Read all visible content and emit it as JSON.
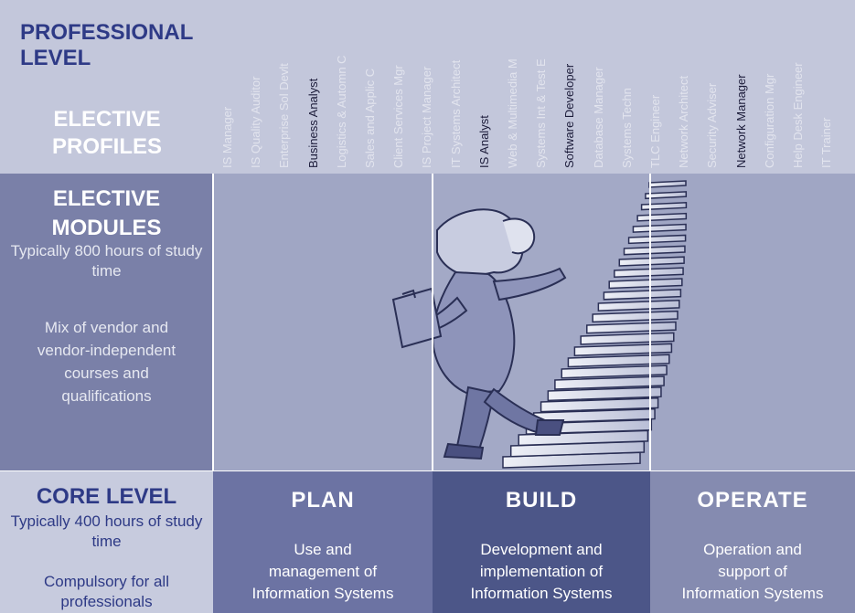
{
  "header": {
    "professional_level": "PROFESSIONAL\nLEVEL",
    "elective_profiles": "ELECTIVE PROFILES"
  },
  "profiles": [
    {
      "label": "IS Manager",
      "highlight": false
    },
    {
      "label": "IS Quality Auditor",
      "highlight": false
    },
    {
      "label": "Enterprise Sol Devlt",
      "highlight": false
    },
    {
      "label": "Business Analyst",
      "highlight": true
    },
    {
      "label": "Logistics & Automn C",
      "highlight": false
    },
    {
      "label": "Sales and Applic C",
      "highlight": false
    },
    {
      "label": "Client Services Mgr",
      "highlight": false
    },
    {
      "label": "IS Project Manager",
      "highlight": false
    },
    {
      "label": "IT Systems Architect",
      "highlight": false
    },
    {
      "label": "IS Analyst",
      "highlight": true
    },
    {
      "label": "Web & Multimedia M",
      "highlight": false
    },
    {
      "label": "Systems Int & Test E",
      "highlight": false
    },
    {
      "label": "Software Developer",
      "highlight": true
    },
    {
      "label": "Database Manager",
      "highlight": false
    },
    {
      "label": "Systems Techn",
      "highlight": false
    },
    {
      "label": "TLC Engineer",
      "highlight": false
    },
    {
      "label": "Network Architect",
      "highlight": false
    },
    {
      "label": "Security Adviser",
      "highlight": false
    },
    {
      "label": "Network Manager",
      "highlight": true
    },
    {
      "label": "Configuration Mgr",
      "highlight": false
    },
    {
      "label": "Help Desk Engineer",
      "highlight": false
    },
    {
      "label": "IT Trainer",
      "highlight": false
    }
  ],
  "elective_modules": {
    "title": "ELECTIVE MODULES",
    "subtitle": "Typically 800 hours of study time",
    "mix": "Mix of vendor and vendor-independent courses and qualifications"
  },
  "core_level": {
    "title": "CORE LEVEL",
    "subtitle": "Typically 400 hours of study time",
    "compulsory": "Compulsory for all professionals"
  },
  "phases": [
    {
      "title": "PLAN",
      "description": "Use and\nmanagement of\nInformation Systems"
    },
    {
      "title": "BUILD",
      "description": "Development and\nimplementation of\nInformation Systems"
    },
    {
      "title": "OPERATE",
      "description": "Operation and\nsupport of\nInformation Systems"
    }
  ],
  "colors": {
    "dark_blue": "#2e3a86",
    "header_bg": "#c3c7db",
    "elective_left_bg": "#7a80a8",
    "plan_bg": "#6c73a3",
    "build_bg": "#4c5688",
    "operate_bg": "#858bb0"
  }
}
